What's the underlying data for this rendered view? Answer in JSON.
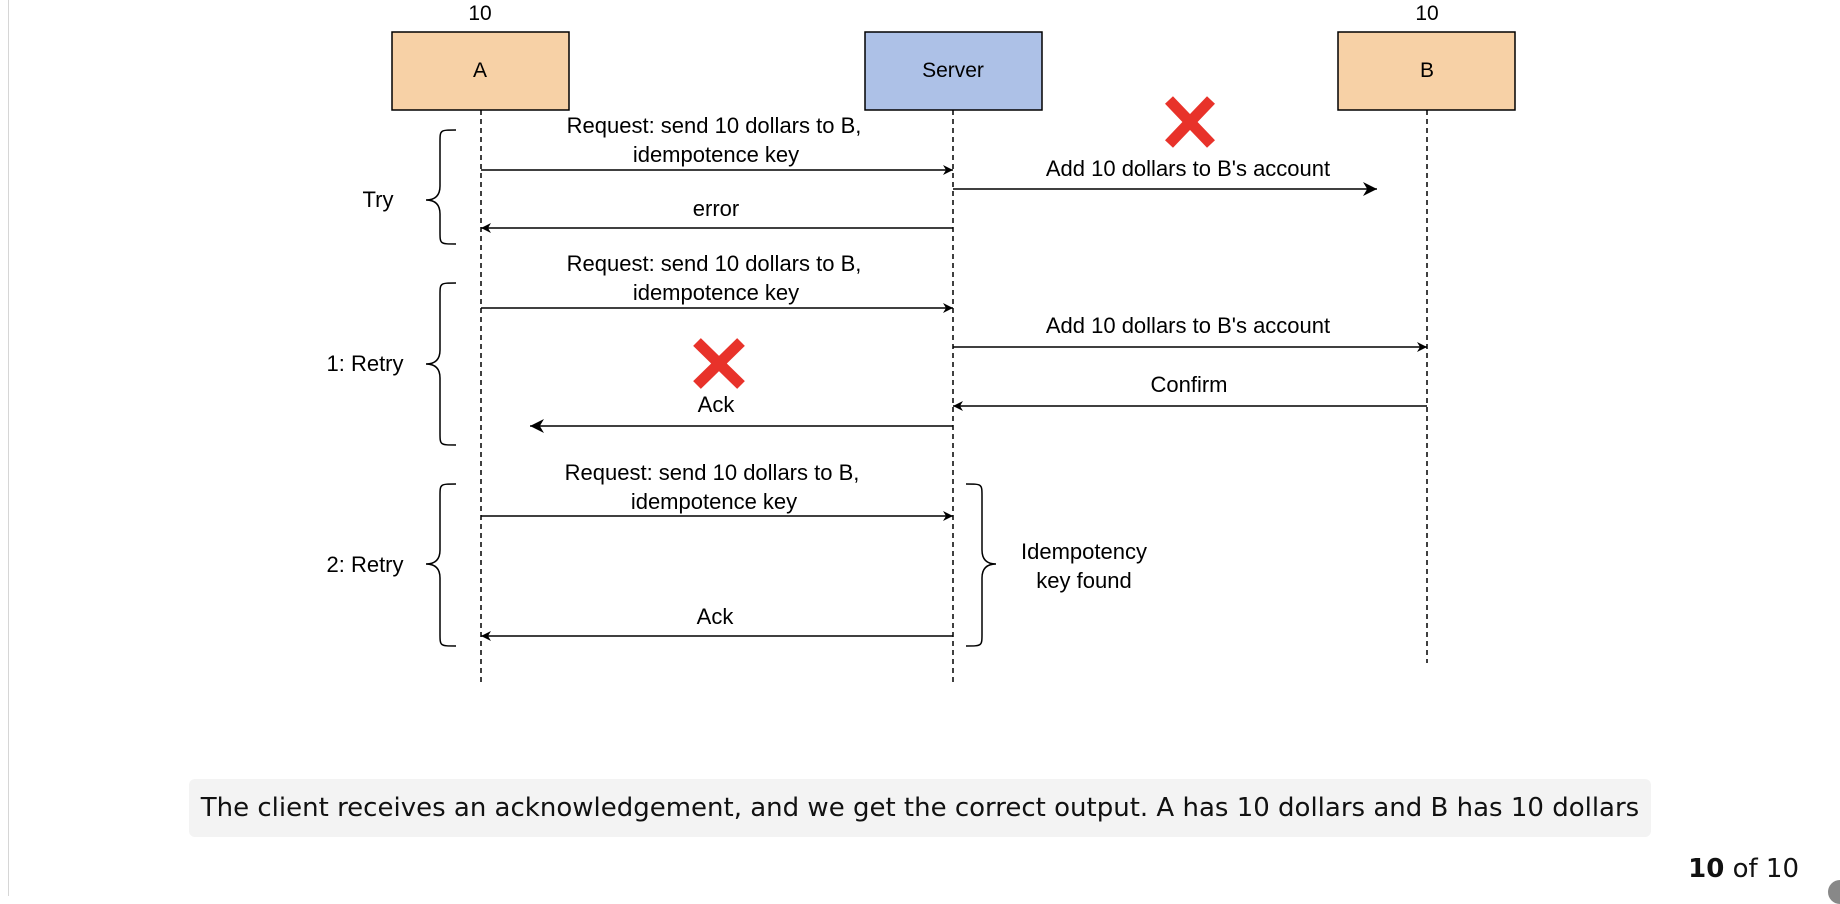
{
  "participants": [
    {
      "name": "A",
      "balance": "10",
      "color": "#f7d1a6"
    },
    {
      "name": "Server",
      "balance": "",
      "color": "#adc1e7"
    },
    {
      "name": "B",
      "balance": "10",
      "color": "#f7d1a6"
    }
  ],
  "phases": [
    "Try",
    "1: Retry",
    "2: Retry"
  ],
  "messages": {
    "try_request": [
      "Request: send 10 dollars to  B,",
      "idempotence key"
    ],
    "try_add": "Add 10 dollars to B's account",
    "try_error": "error",
    "retry1_request": [
      "Request: send 10 dollars to  B,",
      "idempotence key"
    ],
    "retry1_add": "Add 10 dollars to B's account",
    "retry1_confirm": "Confirm",
    "retry1_ack": "Ack",
    "retry2_request": [
      "Request: send 10 dollars to  B,",
      "idempotence key"
    ],
    "retry2_ack": "Ack"
  },
  "annotation": [
    "Idempotency",
    "key found"
  ],
  "failure_marker_color": "#e8322a",
  "caption": "The client receives an acknowledgement, and we get the correct output. A has 10 dollars and B has 10 dollars",
  "pager": {
    "current": "10",
    "of_text": "of 10"
  }
}
